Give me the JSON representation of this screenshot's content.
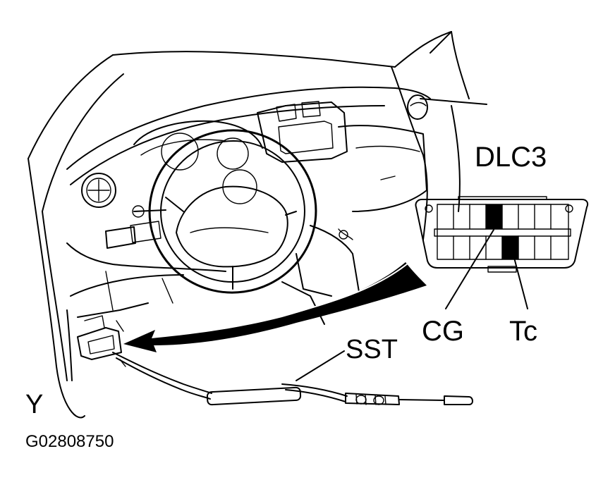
{
  "labels": {
    "connector": "DLC3",
    "pin_ground": "CG",
    "pin_test": "Tc",
    "tool": "SST",
    "corner": "Y",
    "figure_id": "G02808750"
  },
  "colors": {
    "line": "#000000",
    "background": "#ffffff"
  },
  "icons": [
    "steering-wheel-icon",
    "dashboard-icon",
    "obd-connector-icon",
    "arrow-icon",
    "cable-icon"
  ]
}
